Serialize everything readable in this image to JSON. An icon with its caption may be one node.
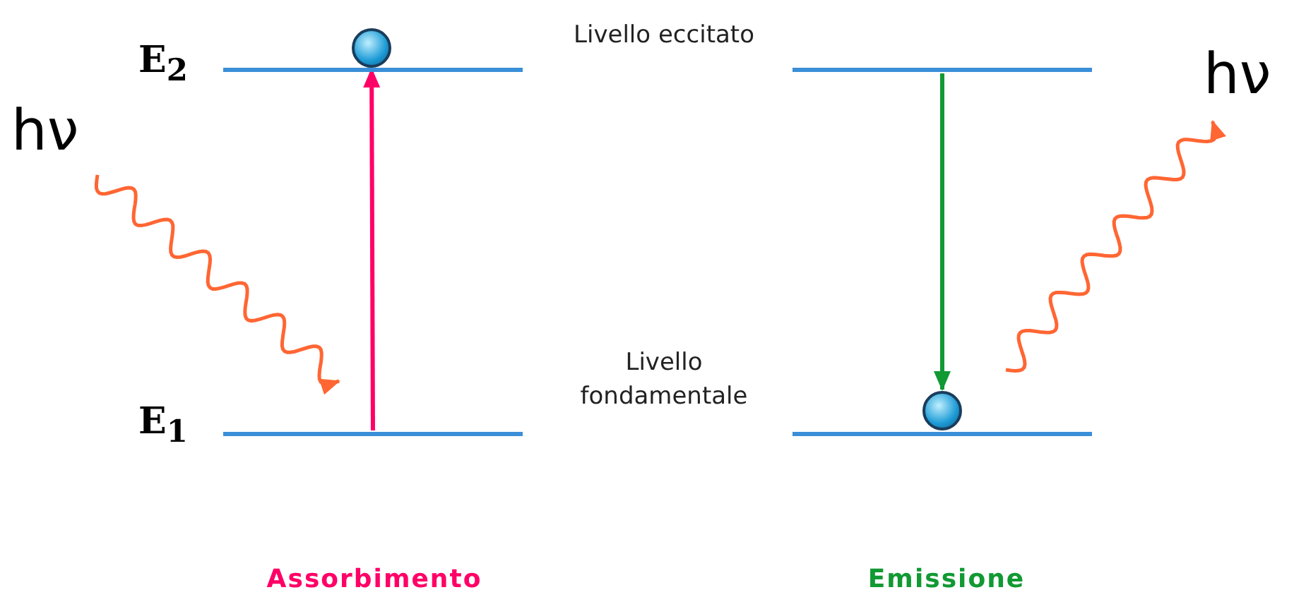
{
  "diagram": {
    "nodes": [
      {
        "text": [],
        "shape": "bar",
        "beside": [
          "E$_{2}$"
        ]
      },
      {
        "text": [],
        "shape": "bar",
        "beside": [
          "E$_{1}$"
        ]
      },
      {
        "text": [],
        "shape": "bar"
      },
      {
        "text": [],
        "shape": "bar"
      },
      {
        "text": [],
        "shape": "circle"
      },
      {
        "text": [],
        "shape": "circle"
      },
      {
        "text": [
          "hν"
        ]
      },
      {
        "text": [
          "hν"
        ]
      }
    ],
    "edges": [
      {
        "from": 1,
        "to": 4,
        "arrow": "to",
        "color": "#ff0066"
      },
      {
        "from": 2,
        "to": 5,
        "arrow": "to",
        "color": "#119933"
      },
      {
        "from": 6,
        "to": null,
        "arrow": "to",
        "color": "#ff6633"
      },
      {
        "from": null,
        "to": 7,
        "arrow": "to",
        "color": "#ff6633"
      }
    ],
    "labels": [
      "Livello eccitato",
      "Livello fondamentale",
      "Assorbimento",
      "Emissione"
    ]
  }
}
